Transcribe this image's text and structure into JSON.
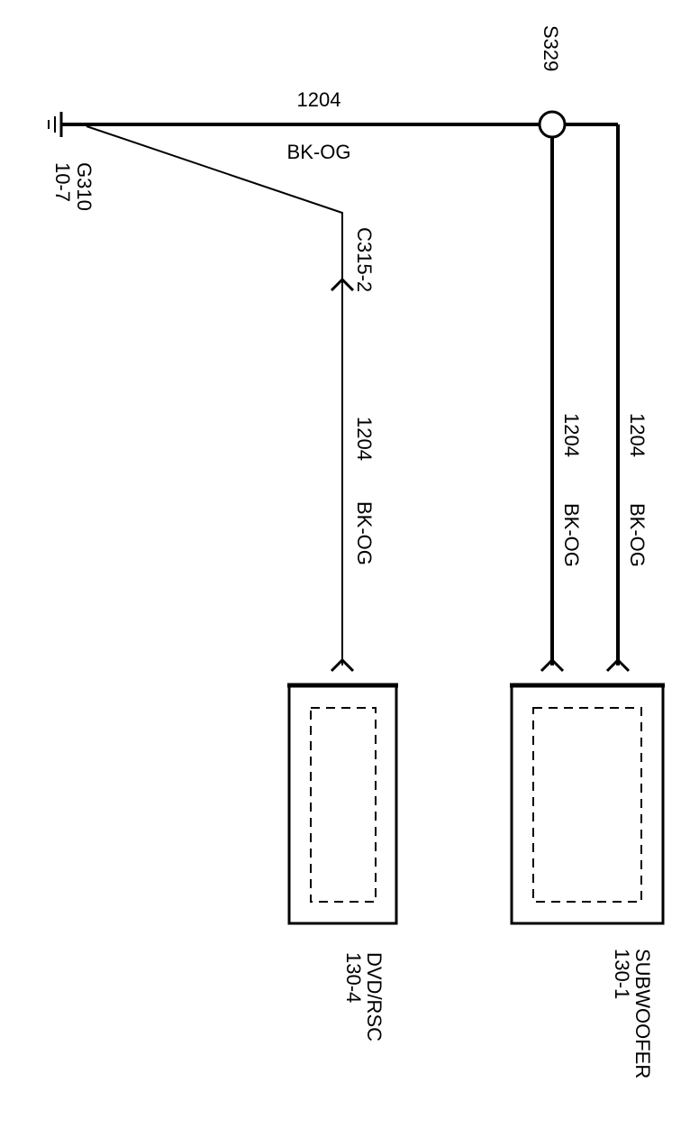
{
  "splice": {
    "id": "S329"
  },
  "ground": {
    "id": "G310",
    "ref": "10-7"
  },
  "connector": {
    "id": "C315-2"
  },
  "wires": {
    "main": {
      "circuit": "1204",
      "color": "BK-OG"
    },
    "dvd": {
      "circuit": "1204",
      "color": "BK-OG"
    },
    "sub_left": {
      "circuit": "1204",
      "color": "BK-OG"
    },
    "sub_right": {
      "circuit": "1204",
      "color": "BK-OG"
    }
  },
  "components": {
    "dvd": {
      "name": "DVD/RSC",
      "ref": "130-4"
    },
    "subwoofer": {
      "name": "SUBWOOFER",
      "ref": "130-1"
    }
  }
}
